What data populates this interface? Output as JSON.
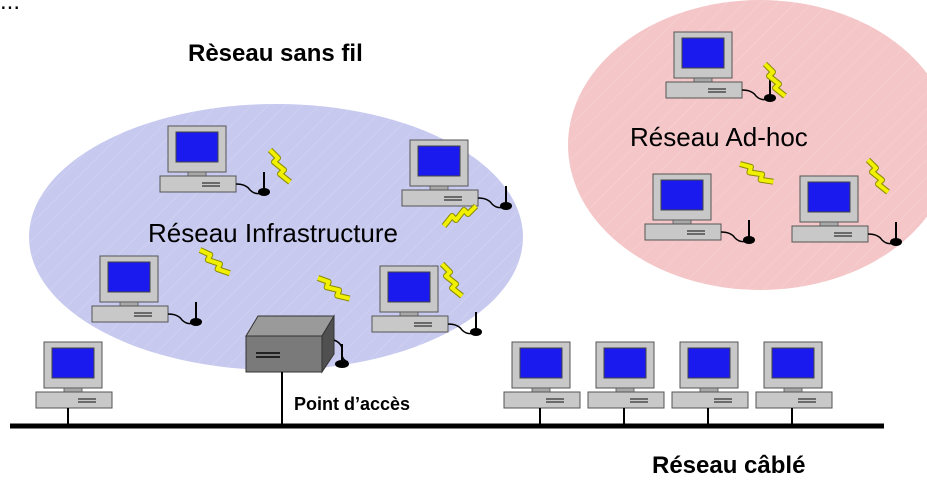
{
  "fragment_top": "...",
  "labels": {
    "wireless": "Rèseau sans fil",
    "infrastructure": "Réseau Infrastructure",
    "adhoc": "Réseau Ad-hoc",
    "access_point": "Point d’accès",
    "wired": "Réseau câblé"
  },
  "colors": {
    "infrastructure_fill": "#c7c9ef",
    "adhoc_fill": "#f4c6c8",
    "monitor_screen": "#1a1aee",
    "computer_body": "#c8c8c8",
    "wave": "#f0f000",
    "cable": "#000000"
  },
  "icons": {
    "computer": "desktop-computer-icon",
    "antenna": "antenna-icon",
    "wave": "wireless-signal-icon",
    "access_point": "access-point-device-icon"
  }
}
